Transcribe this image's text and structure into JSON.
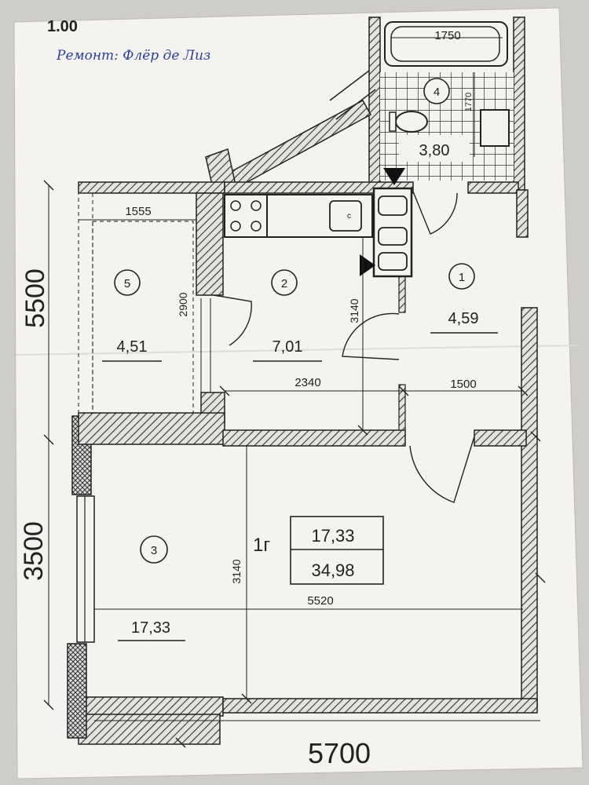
{
  "header": {
    "top_mark": "1.00",
    "handwritten_note": "Ремонт: Флёр де Лиз"
  },
  "rooms": [
    {
      "number": "1",
      "area": "4,59"
    },
    {
      "number": "2",
      "area": "7,01"
    },
    {
      "number": "3",
      "area": "17,33"
    },
    {
      "number": "4",
      "area": "3,80"
    },
    {
      "number": "5",
      "area": "4,51"
    }
  ],
  "apartment": {
    "type_label": "1г",
    "living_area": "17,33",
    "total_area": "34,98"
  },
  "dimensions": {
    "bath_width": "1750",
    "bath_height": "1770",
    "balcony_width": "1555",
    "balcony_height": "2900",
    "kitchen_height": "3140",
    "kitchen_width": "2340",
    "hall_width": "1500",
    "living_height": "3140",
    "living_width": "5520",
    "left_upper": "5500",
    "left_lower": "3500",
    "bottom_total": "5700"
  },
  "colors": {
    "paper": "#f4f3ef",
    "ink": "#2a2a2a",
    "pen": "#2b3f9c",
    "background": "#cfcdc8"
  }
}
